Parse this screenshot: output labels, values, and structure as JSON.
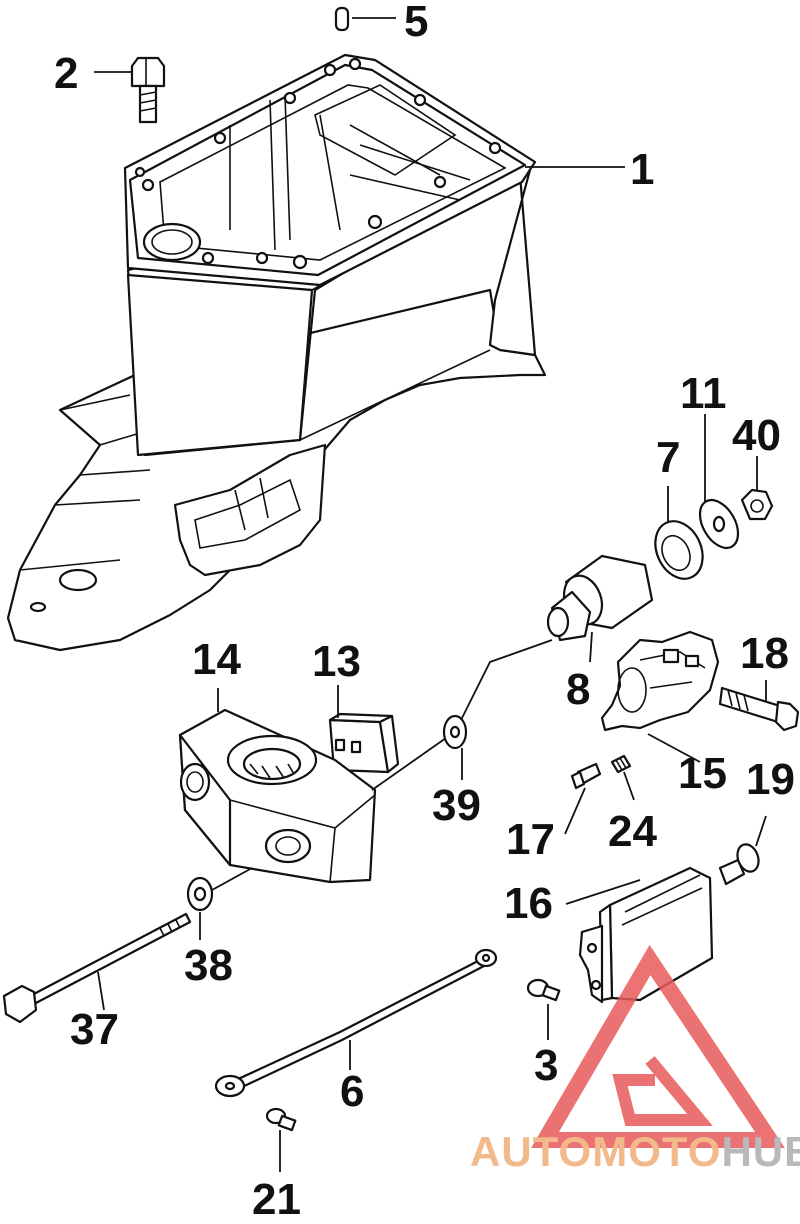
{
  "parts": [
    {
      "id": "housing",
      "ref": "1"
    },
    {
      "id": "hex-screw-top",
      "ref": "2"
    },
    {
      "id": "small-screw-bracket",
      "ref": "3"
    },
    {
      "id": "dowel-pin",
      "ref": "5"
    },
    {
      "id": "shift-rod-link",
      "ref": "6"
    },
    {
      "id": "washer-large",
      "ref": "7"
    },
    {
      "id": "rubber-mount",
      "ref": "8"
    },
    {
      "id": "flat-washer",
      "ref": "11"
    },
    {
      "id": "ground-plate",
      "ref": "13"
    },
    {
      "id": "lower-mount-bracket",
      "ref": "14"
    },
    {
      "id": "mount-clamp",
      "ref": "15"
    },
    {
      "id": "cover-plate",
      "ref": "16"
    },
    {
      "id": "grease-fitting",
      "ref": "17"
    },
    {
      "id": "clamp-bolt",
      "ref": "18"
    },
    {
      "id": "cover-screw",
      "ref": "19"
    },
    {
      "id": "link-screw",
      "ref": "21"
    },
    {
      "id": "set-screw",
      "ref": "24"
    },
    {
      "id": "long-bolt",
      "ref": "37"
    },
    {
      "id": "bolt-washer",
      "ref": "38"
    },
    {
      "id": "small-washer",
      "ref": "39"
    },
    {
      "id": "hex-nut",
      "ref": "40"
    }
  ],
  "watermark": {
    "part1": "AUTOMOTO",
    "part2": "HUB",
    "color1": "#f2b98a",
    "color2": "#b9b9b9",
    "logo_color": "#e85a5a"
  }
}
